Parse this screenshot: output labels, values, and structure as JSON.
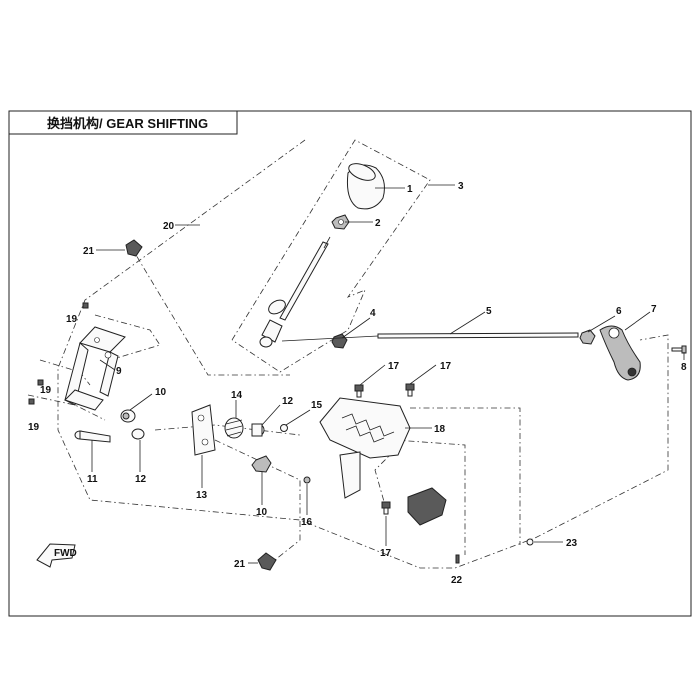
{
  "title": "换挡机构/ GEAR SHIFTING",
  "fwd_label": "FWD",
  "callouts": [
    "1",
    "2",
    "3",
    "4",
    "5",
    "6",
    "7",
    "8",
    "9",
    "10",
    "10",
    "11",
    "12",
    "12",
    "13",
    "14",
    "15",
    "16",
    "17",
    "17",
    "17",
    "18",
    "19",
    "19",
    "19",
    "20",
    "21",
    "21",
    "22",
    "23"
  ]
}
